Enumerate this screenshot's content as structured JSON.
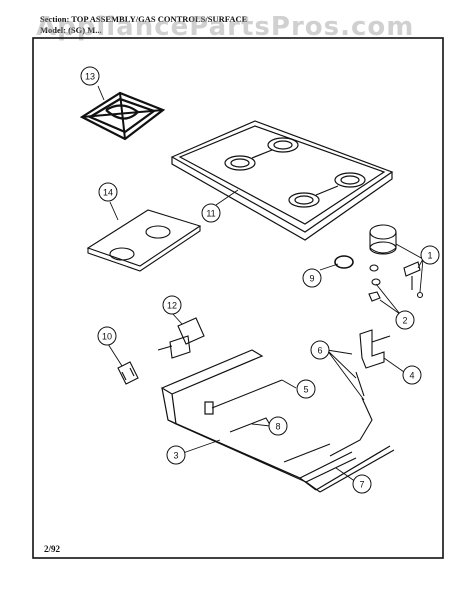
{
  "header": {
    "section_line": "Section: TOP ASSEMBLY/GAS CONTROLS/SURFACE",
    "model_line": "Model: (SG) M..."
  },
  "watermark": "AppliancePartsPros.com",
  "footer": {
    "date_code": "2/92"
  },
  "callouts": [
    {
      "id": "13",
      "label": "13"
    },
    {
      "id": "11",
      "label": "11"
    },
    {
      "id": "14",
      "label": "14"
    },
    {
      "id": "9",
      "label": "9"
    },
    {
      "id": "1",
      "label": "1"
    },
    {
      "id": "12",
      "label": "12"
    },
    {
      "id": "2",
      "label": "2"
    },
    {
      "id": "10",
      "label": "10"
    },
    {
      "id": "6",
      "label": "6"
    },
    {
      "id": "4",
      "label": "4"
    },
    {
      "id": "5",
      "label": "5"
    },
    {
      "id": "8",
      "label": "8"
    },
    {
      "id": "3",
      "label": "3"
    },
    {
      "id": "7",
      "label": "7"
    }
  ],
  "colors": {
    "ink": "#111111",
    "watermark": "#969696"
  }
}
